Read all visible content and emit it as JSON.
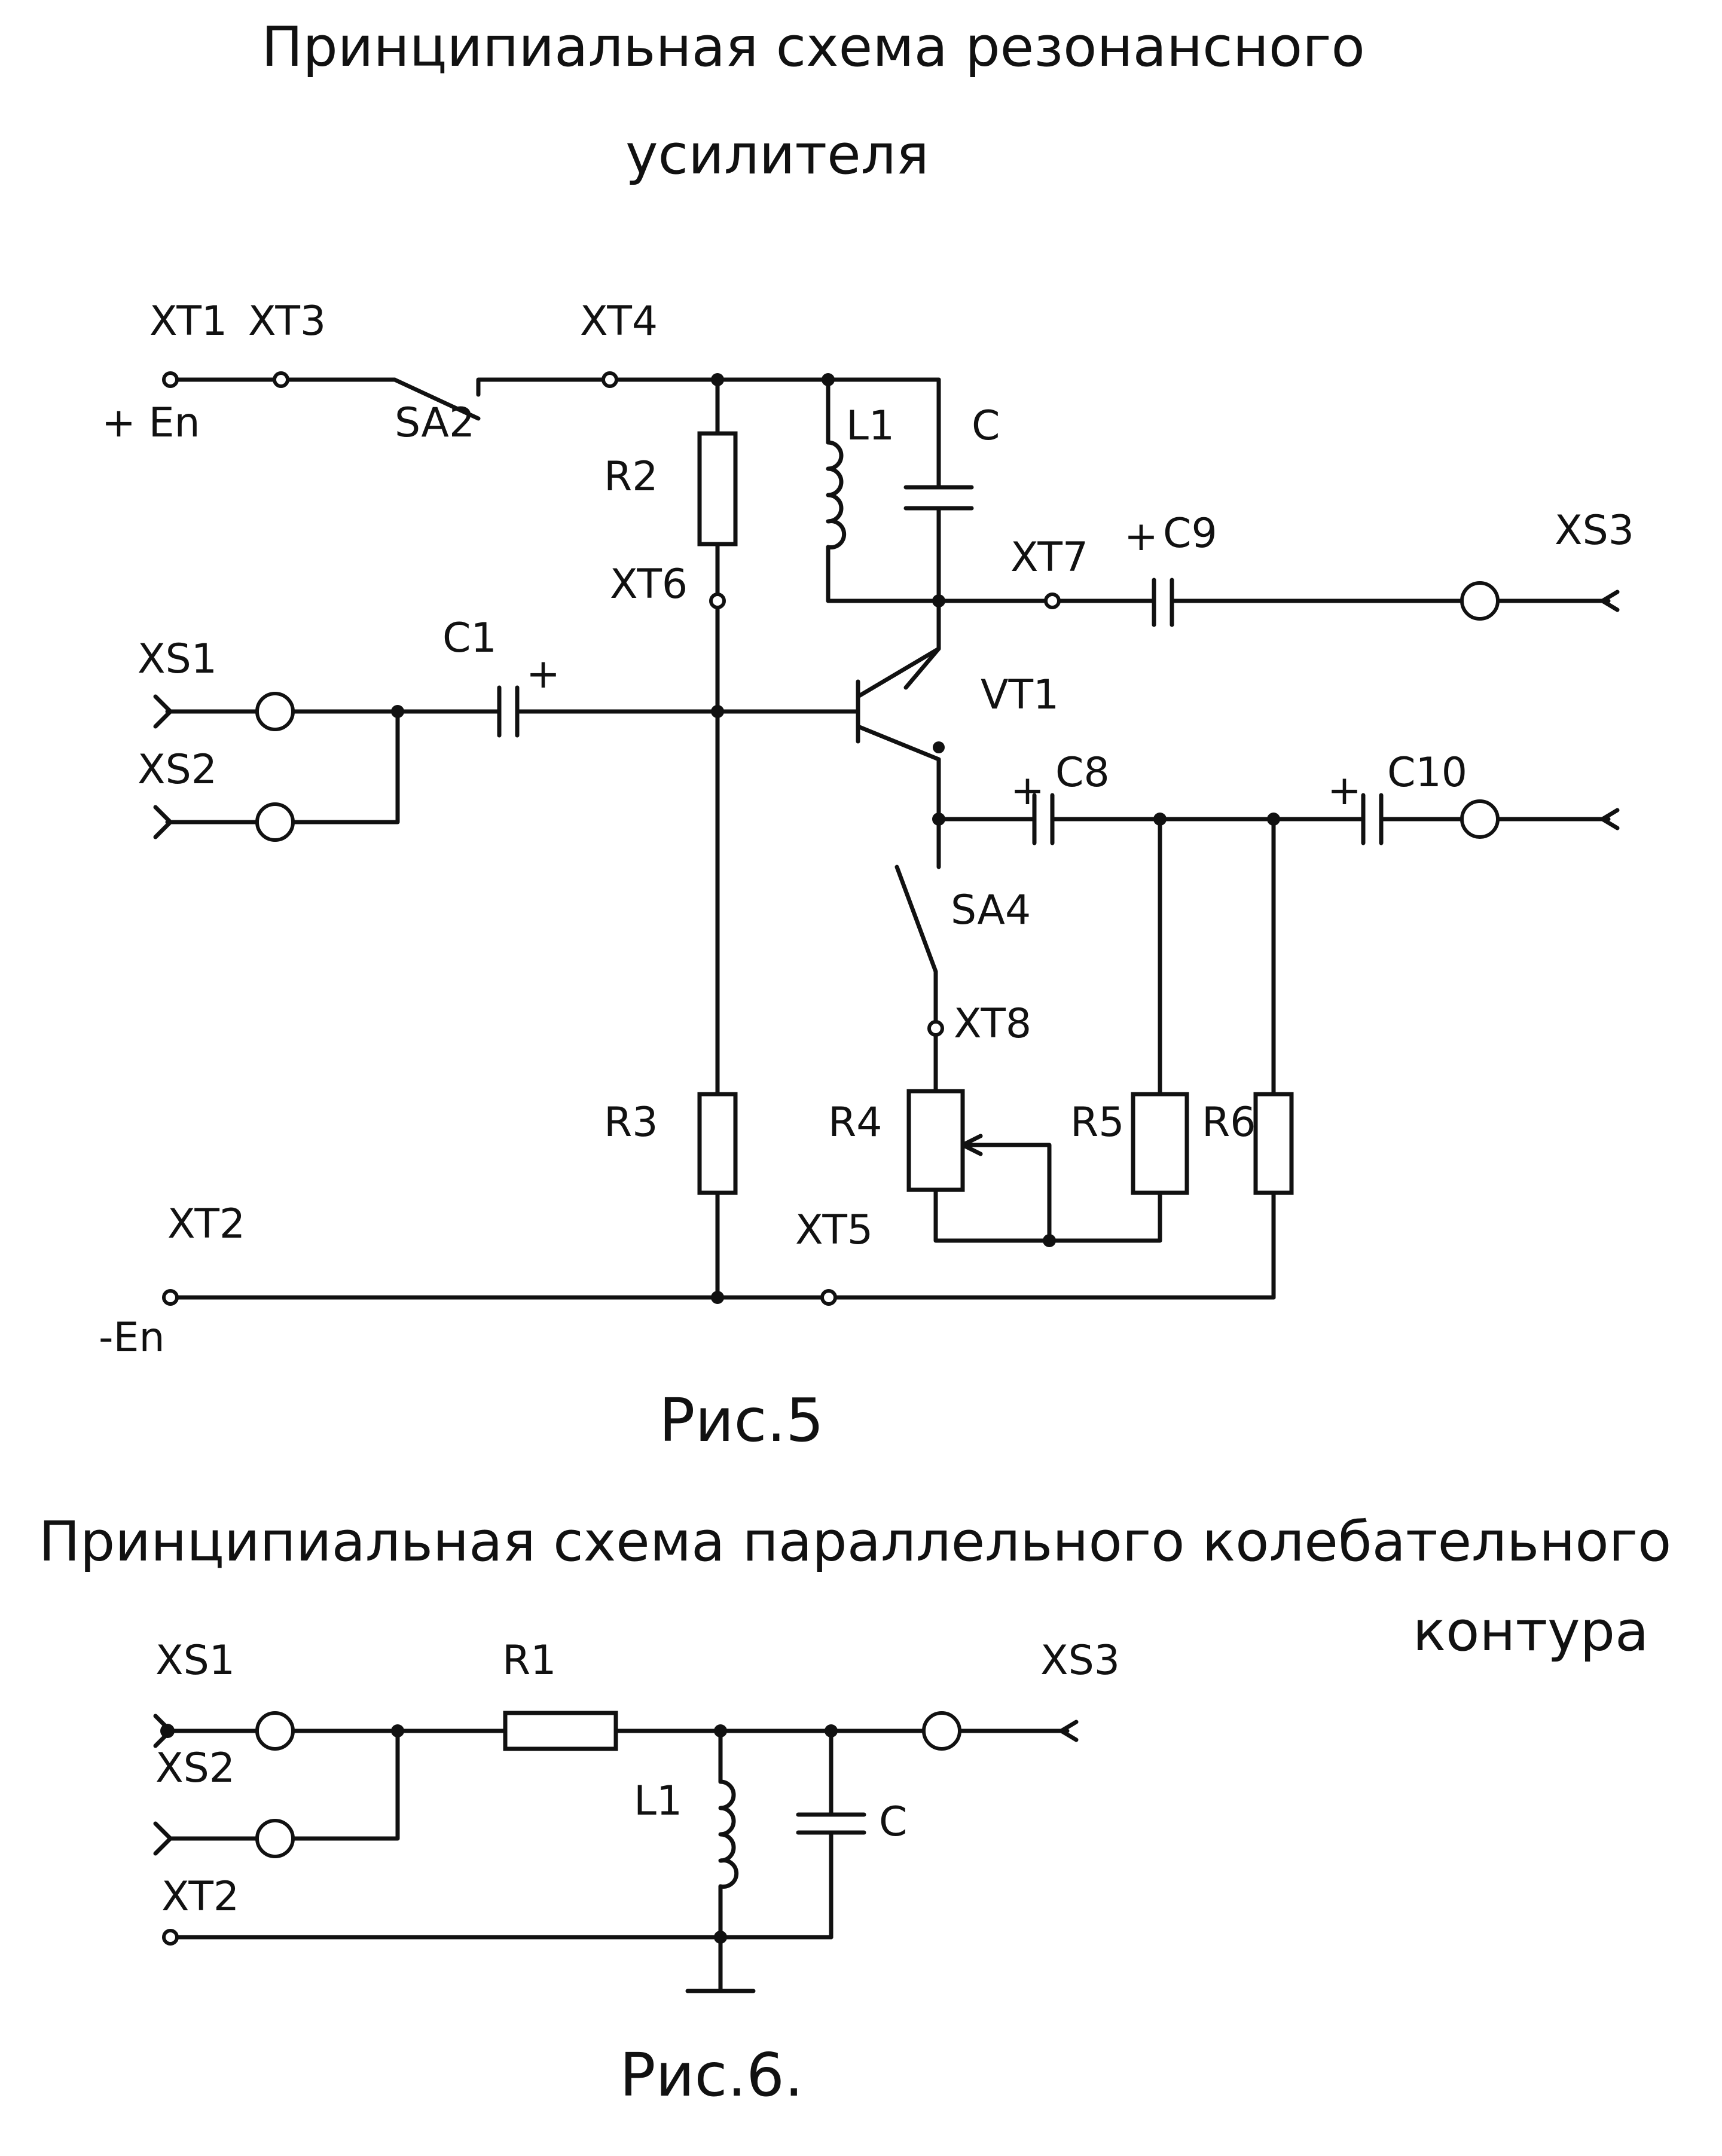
{
  "fig5": {
    "title_line1": "Принципиальная схема резонансного",
    "title_line2": "усилителя",
    "caption": "Рис.5",
    "labels": {
      "xt1": "XT1",
      "xt3": "XT3",
      "xt4": "XT4",
      "pos_supply": "+ En",
      "sa2": "SA2",
      "r2": "R2",
      "l1": "L1",
      "c": "C",
      "xt6": "XT6",
      "xt7": "XT7",
      "c9": "C9",
      "xs3": "XS3",
      "xs1": "XS1",
      "c1": "C1",
      "vt1": "VT1",
      "xs2": "XS2",
      "c8": "C8",
      "c10": "C10",
      "sa4": "SA4",
      "xt8": "XT8",
      "r3": "R3",
      "r4": "R4",
      "r5": "R5",
      "r6": "R6",
      "xt2": "XT2",
      "xt5": "XT5",
      "neg_supply": "-En",
      "plus": "+"
    }
  },
  "fig6": {
    "title_line1": "Принципиальная схема параллельного колебательного",
    "title_line2": "контура",
    "caption": "Рис.6.",
    "labels": {
      "xs1": "XS1",
      "r1": "R1",
      "xs3": "XS3",
      "xs2": "XS2",
      "l1": "L1",
      "c": "C",
      "xt2": "XT2"
    }
  }
}
